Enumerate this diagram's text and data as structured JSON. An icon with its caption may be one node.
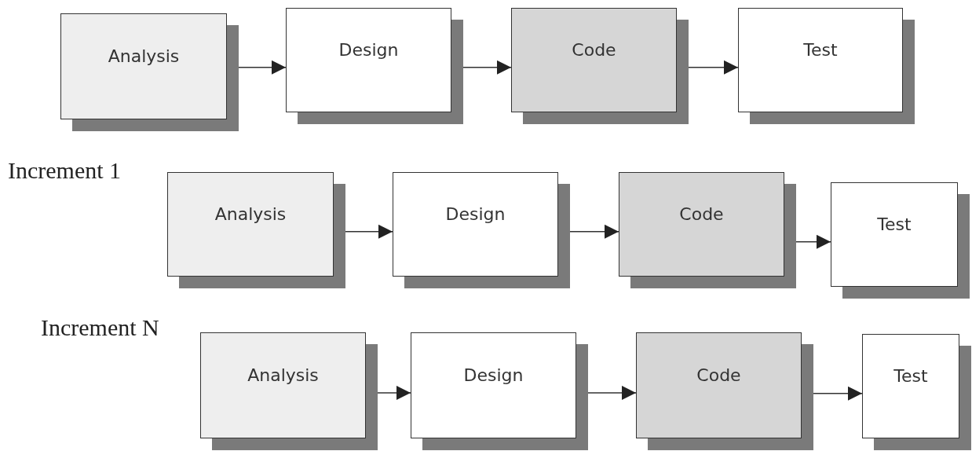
{
  "diagram": {
    "nodes": [
      {
        "text": [
          "Analysis"
        ]
      },
      {
        "text": [
          "Design"
        ]
      },
      {
        "text": [
          "Code"
        ]
      },
      {
        "text": [
          "Test"
        ]
      },
      {
        "text": [
          "Analysis"
        ]
      },
      {
        "text": [
          "Design"
        ]
      },
      {
        "text": [
          "Code"
        ]
      },
      {
        "text": [
          "Test"
        ]
      },
      {
        "text": [
          "Analysis"
        ]
      },
      {
        "text": [
          "Design"
        ]
      },
      {
        "text": [
          "Code"
        ]
      },
      {
        "text": [
          "Test"
        ]
      }
    ],
    "edges": [
      {
        "from": 0,
        "to": 1,
        "arrow": "to"
      },
      {
        "from": 1,
        "to": 2,
        "arrow": "to"
      },
      {
        "from": 2,
        "to": 3,
        "arrow": "to"
      },
      {
        "from": 4,
        "to": 5,
        "arrow": "to"
      },
      {
        "from": 5,
        "to": 6,
        "arrow": "to"
      },
      {
        "from": 6,
        "to": 7,
        "arrow": "to"
      },
      {
        "from": 8,
        "to": 9,
        "arrow": "to"
      },
      {
        "from": 9,
        "to": 10,
        "arrow": "to"
      },
      {
        "from": 10,
        "to": 11,
        "arrow": "to"
      }
    ],
    "labels": [
      "Increment 1",
      "Increment N"
    ]
  }
}
